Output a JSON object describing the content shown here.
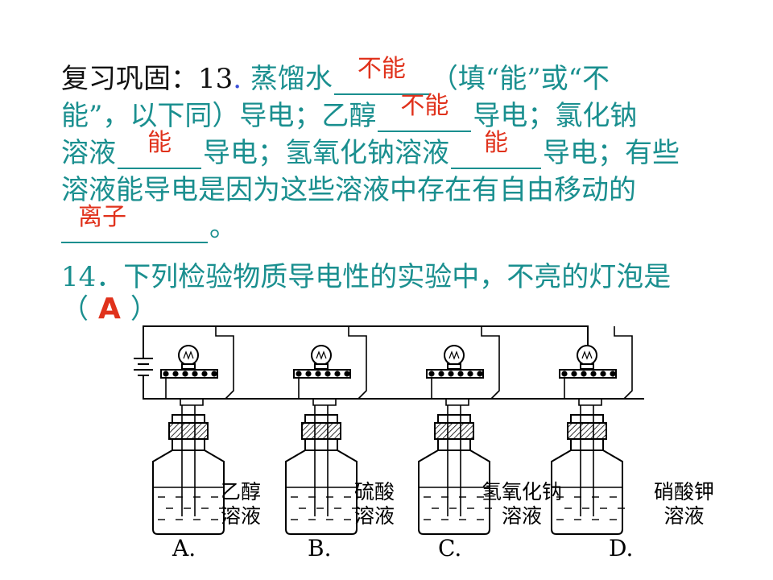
{
  "q13": {
    "prefix": "复习巩固：",
    "number": "13",
    "dot": ".",
    "p1": "蒸馏水",
    "a1": "不能",
    "p2": "（填“能”或“不",
    "p3": "能”，以下同）导电；乙醇",
    "a2": "不能",
    "p4": "导电；氯化钠",
    "p5": "溶液",
    "a3": "能",
    "p6": "导电；氢氧化钠溶液",
    "a4": "能",
    "p7": "导电；有些",
    "p8": "溶液能导电是因为这些溶液中存在有自由移动的",
    "a5": "离子",
    "p9": "。"
  },
  "q14": {
    "text": "14．下列检验物质导电性的实验中，不亮的灯泡是",
    "open": "（",
    "answer": "A",
    "close": "）"
  },
  "apparatus": {
    "items": [
      {
        "letter": "A.",
        "line1": "乙醇",
        "line2": "溶液"
      },
      {
        "letter": "B.",
        "line1": "硫酸",
        "line2": "溶液"
      },
      {
        "letter": "C.",
        "line1": "氢氧化钠",
        "line2": "溶液"
      },
      {
        "letter": "D.",
        "line1": "硝酸钾",
        "line2": "溶液"
      }
    ]
  },
  "colors": {
    "text": "#1a8f8f",
    "answer": "#e0321c",
    "prefix": "#111111"
  }
}
